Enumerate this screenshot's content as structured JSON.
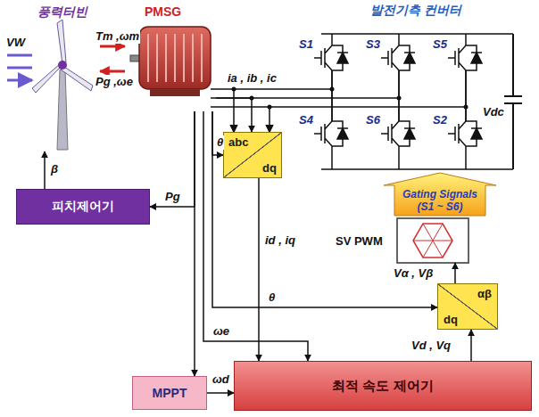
{
  "diagram": {
    "nodes": [
      {
        "text": [
          "풍력터빈"
        ]
      },
      {
        "text": [
          "PMSG"
        ]
      },
      {
        "text": [
          "발전기측 컨버터"
        ]
      },
      {
        "text": [
          "피치제어기"
        ]
      },
      {
        "text": [
          "abc",
          "dq"
        ]
      },
      {
        "text": [
          "Gating Signals (S1 ~ S6)"
        ]
      },
      {
        "text": [
          "SV PWM"
        ]
      },
      {
        "text": [
          "αβ",
          "dq"
        ]
      },
      {
        "text": [
          "MPPT"
        ]
      },
      {
        "text": [
          "최적 속도 제어기"
        ]
      }
    ],
    "edges": [
      {
        "from": 0,
        "to": 1,
        "label": "Tm ,ωm",
        "arrow": "to"
      },
      {
        "from": 1,
        "to": 0,
        "label": "Pg ,ωe",
        "arrow": "to"
      },
      {
        "from": 1,
        "to": 3,
        "label": "Pg",
        "arrow": "to"
      },
      {
        "from": 3,
        "to": 0,
        "label": "β",
        "arrow": "to"
      },
      {
        "from": 1,
        "to": 4,
        "label": "ia , ib , ic",
        "arrow": "to"
      },
      {
        "from": 1,
        "to": 4,
        "label": "θ",
        "arrow": "to"
      },
      {
        "from": 1,
        "to": 7,
        "label": "θ",
        "arrow": "to"
      },
      {
        "from": 1,
        "to": 8,
        "arrow": "to"
      },
      {
        "from": 1,
        "to": 9,
        "label": "ωe",
        "arrow": "to"
      },
      {
        "from": 8,
        "to": 9,
        "label": "ωd",
        "arrow": "to"
      },
      {
        "from": 4,
        "to": 9,
        "label": "id , iq",
        "arrow": "to"
      },
      {
        "from": 9,
        "to": 7,
        "label": "Vd , Vq",
        "arrow": "to"
      },
      {
        "from": 7,
        "to": 6,
        "label": "Vα , Vβ",
        "arrow": "to"
      }
    ],
    "labels": [
      "VW",
      "S1",
      "S3",
      "S5",
      "S4",
      "S6",
      "S2",
      "Vdc"
    ]
  }
}
